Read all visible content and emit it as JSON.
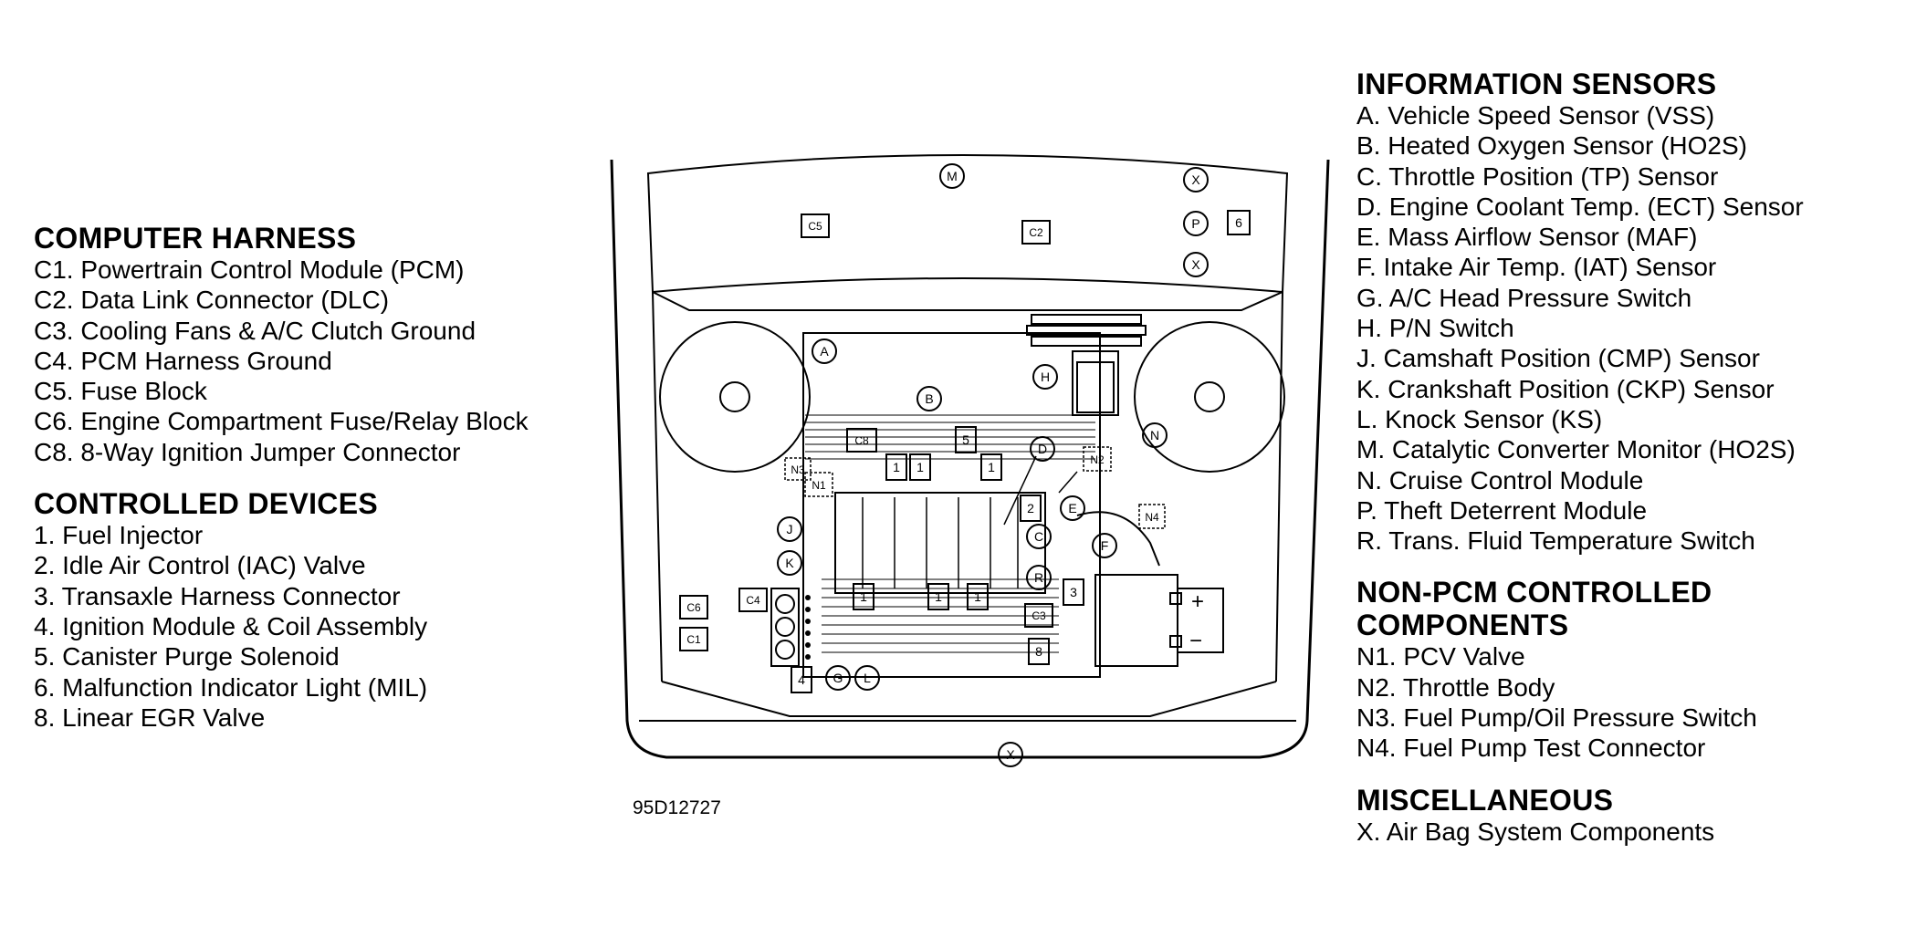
{
  "computer_harness": {
    "heading": "COMPUTER HARNESS",
    "items": [
      "C1. Powertrain Control Module (PCM)",
      "C2. Data Link Connector (DLC)",
      "C3. Cooling Fans & A/C Clutch Ground",
      "C4. PCM Harness Ground",
      "C5. Fuse Block",
      "C6. Engine Compartment Fuse/Relay Block",
      "C8. 8-Way Ignition Jumper Connector"
    ]
  },
  "controlled_devices": {
    "heading": "CONTROLLED DEVICES",
    "items": [
      "1. Fuel Injector",
      "2. Idle Air Control (IAC) Valve",
      "3. Transaxle Harness Connector",
      "4. Ignition Module & Coil Assembly",
      "5. Canister Purge Solenoid",
      "6. Malfunction Indicator Light (MIL)",
      "8. Linear EGR Valve"
    ]
  },
  "information_sensors": {
    "heading": "INFORMATION SENSORS",
    "items": [
      "A. Vehicle Speed Sensor (VSS)",
      "B. Heated Oxygen Sensor (HO2S)",
      "C. Throttle Position (TP) Sensor",
      "D. Engine Coolant Temp. (ECT) Sensor",
      "E. Mass Airflow Sensor (MAF)",
      "F. Intake Air Temp. (IAT) Sensor",
      "G. A/C Head Pressure Switch",
      "H. P/N Switch",
      "J. Camshaft Position (CMP) Sensor",
      "K. Crankshaft Position (CKP) Sensor",
      "L. Knock Sensor (KS)",
      "M. Catalytic Converter Monitor (HO2S)",
      "N. Cruise Control Module",
      "P. Theft Deterrent Module",
      "R. Trans. Fluid Temperature Switch"
    ]
  },
  "non_pcm": {
    "heading_line1": "NON-PCM CONTROLLED",
    "heading_line2": "COMPONENTS",
    "items": [
      "N1. PCV Valve",
      "N2. Throttle Body",
      "N3. Fuel Pump/Oil Pressure Switch",
      "N4. Fuel Pump Test Connector"
    ]
  },
  "miscellaneous": {
    "heading": "MISCELLANEOUS",
    "items": [
      "X. Air Bag System Components"
    ]
  },
  "figure_id": "95D12727",
  "diagram_labels": {
    "M": "M",
    "X": "X",
    "P": "P",
    "A": "A",
    "B": "B",
    "H": "H",
    "N": "N",
    "D": "D",
    "E": "E",
    "C": "C",
    "F": "F",
    "R": "R",
    "J": "J",
    "K": "K",
    "G": "G",
    "L": "L",
    "C1": "C1",
    "C2": "C2",
    "C3": "C3",
    "C4": "C4",
    "C5": "C5",
    "C6": "C6",
    "C8": "C8",
    "N1": "N1",
    "N2": "N2",
    "N3": "N3",
    "N4": "N4",
    "one": "1",
    "two": "2",
    "three": "3",
    "four": "4",
    "five": "5",
    "six": "6",
    "eight": "8",
    "plus": "+",
    "minus": "−"
  }
}
